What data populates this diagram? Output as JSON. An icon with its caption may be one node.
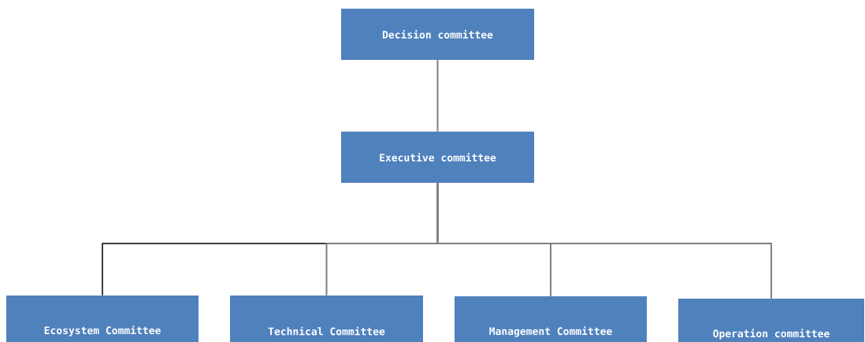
{
  "diagram": {
    "nodes": [
      {
        "text": [
          "Decision committee"
        ]
      },
      {
        "text": [
          "Executive committee"
        ]
      },
      {
        "text": [
          "Ecosystem Committee"
        ]
      },
      {
        "text": [
          "Technical Committee"
        ]
      },
      {
        "text": [
          "Management Committee"
        ]
      },
      {
        "text": [
          "Operation committee"
        ]
      }
    ],
    "edges": [
      {
        "from": 0,
        "to": 1,
        "arrow": "none"
      },
      {
        "from": 1,
        "to": 2,
        "arrow": "none",
        "color": "#000000"
      },
      {
        "from": 1,
        "to": 3,
        "arrow": "none"
      },
      {
        "from": 1,
        "to": 4,
        "arrow": "none"
      },
      {
        "from": 1,
        "to": 5,
        "arrow": "none"
      }
    ]
  }
}
